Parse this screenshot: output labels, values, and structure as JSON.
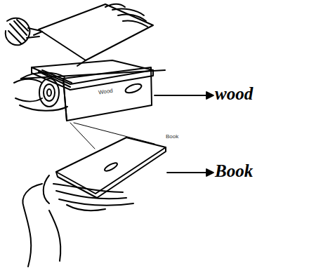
{
  "diagram": {
    "labels": [
      "Wood",
      "wood",
      "Book",
      "Book"
    ]
  }
}
